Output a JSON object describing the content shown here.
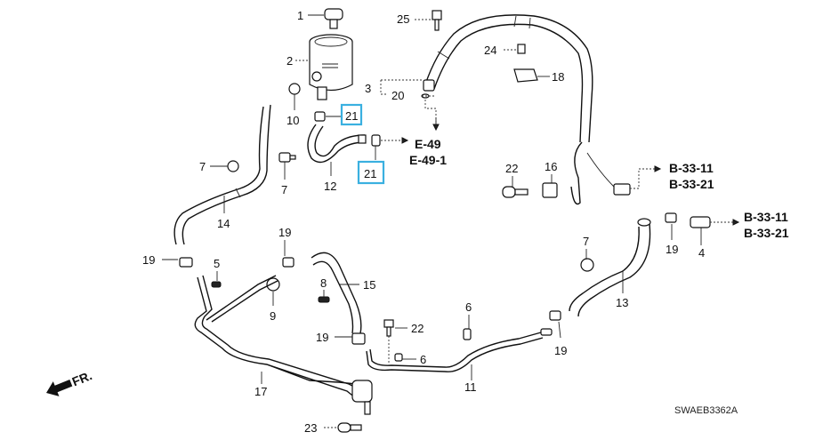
{
  "diagram": {
    "title": "Power Steering Hoses / Pipes",
    "highlight_color": "#3AB0E0",
    "footer_code": "SWAEB3362A",
    "direction_label": "FR.",
    "callouts": [
      {
        "id": "c1",
        "label": "1"
      },
      {
        "id": "c2",
        "label": "2"
      },
      {
        "id": "c3",
        "label": "3"
      },
      {
        "id": "c20",
        "label": "20"
      },
      {
        "id": "c25",
        "label": "25"
      },
      {
        "id": "c24",
        "label": "24"
      },
      {
        "id": "c18",
        "label": "18"
      },
      {
        "id": "c10",
        "label": "10"
      },
      {
        "id": "c21a",
        "label": "21",
        "highlighted": true
      },
      {
        "id": "c21b",
        "label": "21",
        "highlighted": true
      },
      {
        "id": "c12",
        "label": "12"
      },
      {
        "id": "c7a",
        "label": "7"
      },
      {
        "id": "c7b",
        "label": "7"
      },
      {
        "id": "c14",
        "label": "14"
      },
      {
        "id": "c22a",
        "label": "22"
      },
      {
        "id": "c16",
        "label": "16"
      },
      {
        "id": "c19a",
        "label": "19"
      },
      {
        "id": "c5",
        "label": "5"
      },
      {
        "id": "c19b",
        "label": "19"
      },
      {
        "id": "c9",
        "label": "9"
      },
      {
        "id": "c8",
        "label": "8"
      },
      {
        "id": "c15",
        "label": "15"
      },
      {
        "id": "c19c",
        "label": "19"
      },
      {
        "id": "c22b",
        "label": "22"
      },
      {
        "id": "c6a",
        "label": "6"
      },
      {
        "id": "c6b",
        "label": "6"
      },
      {
        "id": "c11",
        "label": "11"
      },
      {
        "id": "c17",
        "label": "17"
      },
      {
        "id": "c23",
        "label": "23"
      },
      {
        "id": "c7c",
        "label": "7"
      },
      {
        "id": "c13",
        "label": "13"
      },
      {
        "id": "c19d",
        "label": "19"
      },
      {
        "id": "c19e",
        "label": "19"
      },
      {
        "id": "c4",
        "label": "4"
      }
    ],
    "references": {
      "e49": "E-49",
      "e49_1": "E-49-1",
      "b33_11_a": "B-33-11",
      "b33_21_a": "B-33-21",
      "b33_11_b": "B-33-11",
      "b33_21_b": "B-33-21"
    }
  }
}
